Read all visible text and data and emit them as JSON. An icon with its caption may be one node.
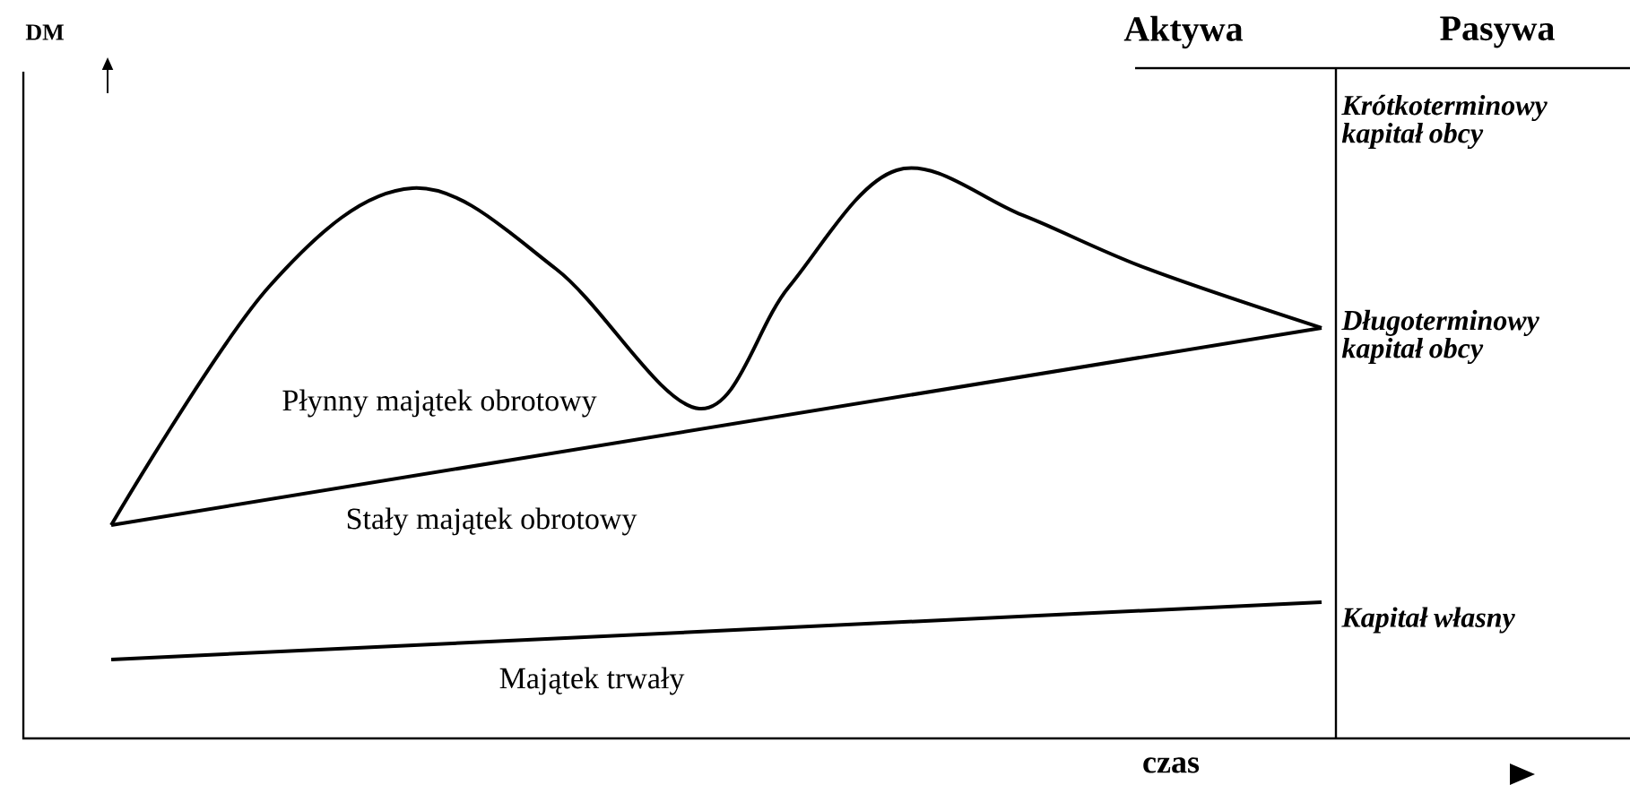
{
  "diagram": {
    "labels": [
      "DM",
      "Aktywa",
      "Pasywa",
      "Krótkoterminowy kapitał obcy",
      "Płynny majątek obrotowy",
      "Długoterminowy kapitał obcy",
      "Stały majątek obrotowy",
      "Kapitał własny",
      "Majątek trwały",
      "czas"
    ]
  }
}
